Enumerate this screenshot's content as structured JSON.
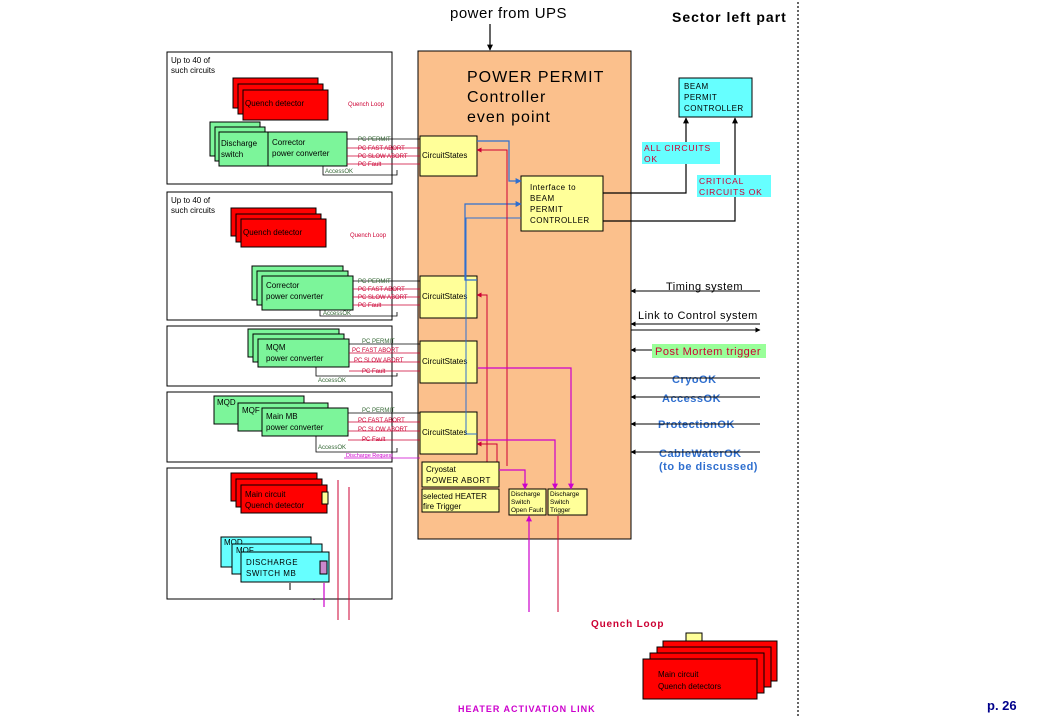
{
  "header": {
    "power_from_ups": "power from UPS",
    "sector_left_part": "Sector left part"
  },
  "controller": {
    "title_line1": "POWER PERMIT",
    "title_line2": "Controller",
    "title_line3": "even point",
    "circuit_states": "CircuitStates",
    "interface_line1": "Interface to",
    "interface_line2": "BEAM",
    "interface_line3": "PERMIT",
    "interface_line4": "CONTROLLER",
    "cryostat_line1": "Cryostat",
    "cryostat_line2": "POWER ABORT",
    "heater_line1": "selected HEATER",
    "heater_line2": "fire Trigger",
    "ds1_line1": "Discharge",
    "ds1_line2": "Switch",
    "ds1_line3": "Open Fault",
    "ds2_line1": "Discharge",
    "ds2_line2": "Switch",
    "ds2_line3": "Trigger"
  },
  "beam_permit": {
    "line1": "BEAM",
    "line2": "PERMIT",
    "line3": "CONTROLLER",
    "all_circuits_line1": "ALL CIRCUITS",
    "all_circuits_line2": "OK",
    "critical_line1": "CRITICAL",
    "critical_line2": "CIRCUITS OK"
  },
  "inputs": {
    "timing_system": "Timing system",
    "link_control": "Link to Control system",
    "post_mortem": "Post Mortem trigger",
    "cryo_ok": "CryoOK",
    "access_ok": "AccessOK",
    "protection_ok": "ProtectionOK",
    "cable_water_ok": "CableWaterOK",
    "to_be_discussed": "(to be discussed)"
  },
  "circuits": {
    "up_to_40_line1": "Up to 40 of",
    "up_to_40_line2a": "such circuits",
    "up_to_40_line2b": "such circuits",
    "quench_detector": "Quench detector",
    "quench_loop": "Quench Loop",
    "discharge_line1": "Discharge",
    "discharge_line2": "switch",
    "corrector_line1": "Corrector",
    "corrector_line2": "power converter",
    "mqm_line1": "MQM",
    "mqm_line2": "power converter",
    "mainmb_line1": "Main MB",
    "mainmb_line2": "power converter",
    "mqd": "MQD",
    "mqf": "MQF",
    "main_circuit_line1": "Main circuit",
    "main_circuit_line2": "Quench detector",
    "discharge_mb_line1": "DISCHARGE",
    "discharge_mb_line2": "SWITCH MB",
    "pc_permit": "PC PERMIT",
    "pc_fast_abort": "PC FAST ABORT",
    "pc_slow_abort": "PC SLOW ABORT",
    "pc_fault": "PC Fault",
    "access_ok_small": "AccessOK",
    "discharge_request": "Discharge Request"
  },
  "bottom": {
    "quench_loop": "Quench Loop",
    "main_circuit_line1": "Main circuit",
    "main_circuit_line2": "Quench detectors",
    "heater_activation_link": "HEATER ACTIVATION LINK",
    "page_number": "p. 26"
  },
  "colors": {
    "controller_fill": "#fbc08c",
    "circuit_state_fill": "#ffff99",
    "beam_permit_fill": "#66ffff",
    "red_box": "#ff0000",
    "green_box": "#7cf59a",
    "cyan_box": "#66ffff",
    "input_blue": "#2f6fcf",
    "post_mortem_bg": "#99ff99",
    "magenta": "#cc00cc"
  }
}
